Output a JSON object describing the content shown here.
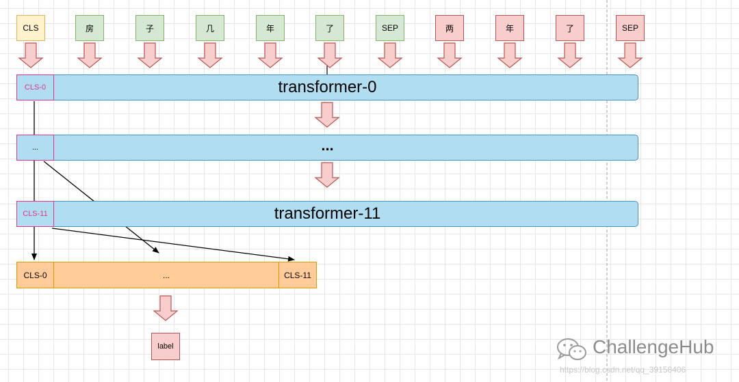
{
  "tokens": [
    {
      "text": "CLS",
      "kind": "cls"
    },
    {
      "text": "房",
      "kind": "a"
    },
    {
      "text": "子",
      "kind": "a"
    },
    {
      "text": "几",
      "kind": "a"
    },
    {
      "text": "年",
      "kind": "a"
    },
    {
      "text": "了",
      "kind": "a"
    },
    {
      "text": "SEP",
      "kind": "sep"
    },
    {
      "text": "两",
      "kind": "b"
    },
    {
      "text": "年",
      "kind": "b"
    },
    {
      "text": "了",
      "kind": "b"
    },
    {
      "text": "SEP",
      "kind": "sep2"
    }
  ],
  "layers": [
    {
      "title": "transformer-0",
      "cls": "CLS-0"
    },
    {
      "title": "...",
      "cls": "..."
    },
    {
      "title": "transformer-11",
      "cls": "CLS-11"
    }
  ],
  "concat": {
    "first": "CLS-0",
    "middle": "...",
    "last": "CLS-11"
  },
  "output": {
    "label": "label"
  },
  "colors": {
    "cls_fill": "#fff2cc",
    "cls_border": "#d6b656",
    "first_segment_fill": "#d5e8d4",
    "first_segment_border": "#82b366",
    "second_segment_fill": "#f8cecc",
    "second_segment_border": "#b85450",
    "layer_fill": "#b1ddf0",
    "layer_border": "#4a8fc2",
    "cls_cell_border": "#e0338c",
    "concat_fill": "#ffcc99",
    "concat_border": "#d79b00",
    "arrow_fill": "#f8cecc",
    "arrow_border": "#b85450"
  },
  "watermark": {
    "brand": "ChallengeHub",
    "url": "https://blog.csdn.net/qq_39158406"
  }
}
